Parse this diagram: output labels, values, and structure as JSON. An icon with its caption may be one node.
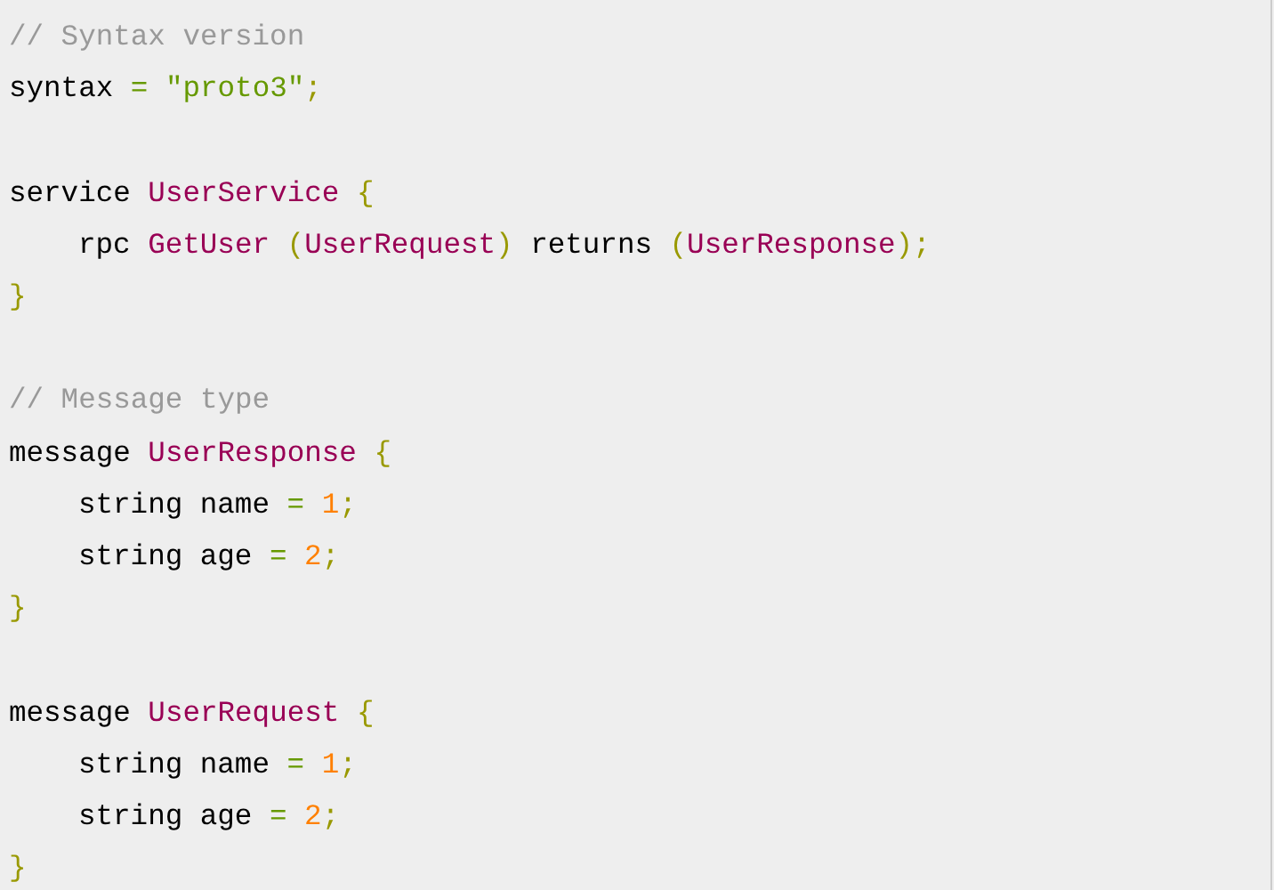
{
  "diagram": {
    "labels": [
      "// Syntax version",
      "syntax = \"proto3\";",
      "service UserService {",
      "rpc GetUser (UserRequest) returns (UserResponse);",
      "}",
      "// Message type",
      "message UserResponse {",
      "string name = 1;",
      "string age = 2;",
      "}",
      "message UserRequest {",
      "string name = 1;",
      "string age = 2;",
      "}"
    ]
  }
}
